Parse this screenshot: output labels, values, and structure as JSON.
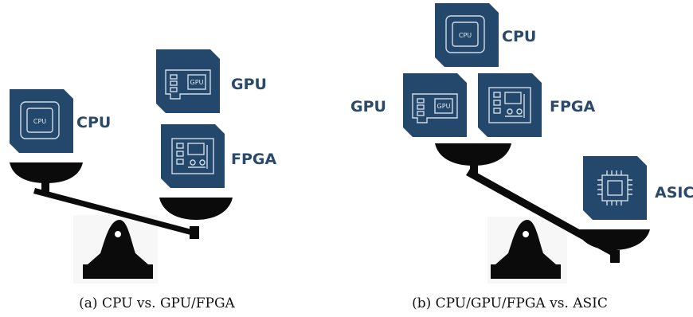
{
  "panel_a": {
    "caption": "(a) CPU vs. GPU/FPGA",
    "left_pan": [
      {
        "label": "CPU",
        "icon": "cpu-chip-icon"
      }
    ],
    "right_pan": [
      {
        "label": "GPU",
        "icon": "gpu-card-icon"
      },
      {
        "label": "FPGA",
        "icon": "fpga-board-icon"
      }
    ]
  },
  "panel_b": {
    "caption": "(b) CPU/GPU/FPGA vs. ASIC",
    "left_pan": [
      {
        "label": "CPU",
        "icon": "cpu-chip-icon"
      },
      {
        "label": "GPU",
        "icon": "gpu-card-icon"
      },
      {
        "label": "FPGA",
        "icon": "fpga-board-icon"
      }
    ],
    "right_pan": [
      {
        "label": "ASIC",
        "icon": "asic-chip-icon"
      }
    ]
  },
  "chip_text": {
    "cpu": "CPU",
    "gpu": "GPU"
  },
  "colors": {
    "tile": "#24486b",
    "label": "#2b4a6b",
    "scale": "#0a0a0a"
  }
}
